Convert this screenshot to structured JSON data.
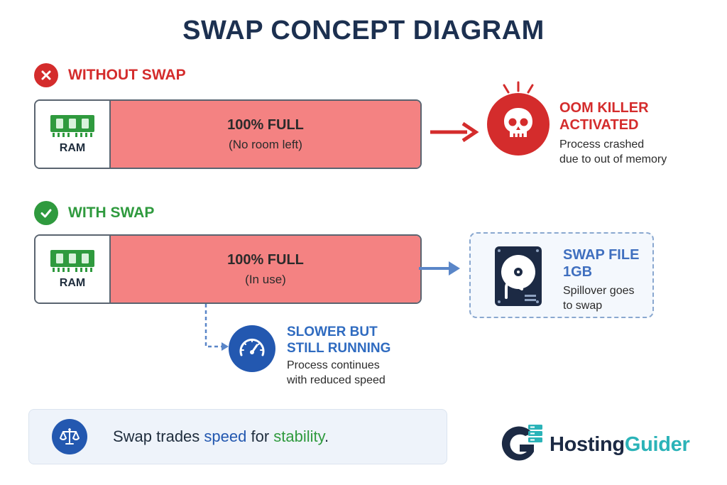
{
  "title": "SWAP CONCEPT DIAGRAM",
  "without_swap": {
    "heading": "WITHOUT SWAP",
    "ram_label": "RAM",
    "fill_main": "100% FULL",
    "fill_sub": "(No room left)",
    "result_title_line1": "OOM KILLER",
    "result_title_line2": "ACTIVATED",
    "result_text_line1": "Process crashed",
    "result_text_line2": "due to out of memory",
    "icon": "skull-icon"
  },
  "with_swap": {
    "heading": "WITH SWAP",
    "ram_label": "RAM",
    "fill_main": "100% FULL",
    "fill_sub": "(In use)",
    "swap_title_line1": "SWAP FILE",
    "swap_title_line2": "1GB",
    "swap_text_line1": "Spillover goes",
    "swap_text_line2": "to swap",
    "slow_title_line1": "SLOWER BUT",
    "slow_title_line2": "STILL RUNNING",
    "slow_text_line1": "Process continues",
    "slow_text_line2": "with reduced speed",
    "icons": [
      "hard-disk-icon",
      "speedometer-icon"
    ]
  },
  "summary": {
    "prefix": "Swap trades ",
    "speed": "speed",
    "middle": " for ",
    "stability": "stability",
    "suffix": ".",
    "icon": "balance-scale-icon"
  },
  "logo": {
    "part1": "Hosting",
    "part2": "Guider"
  },
  "colors": {
    "title": "#1c3050",
    "danger": "#d42c2c",
    "success": "#2f9a3e",
    "accent_blue": "#2358b0",
    "ram_fill": "#f48282",
    "swap_blue": "#5a86c8",
    "logo_dark": "#1c2a44",
    "logo_teal": "#2bb3b8"
  }
}
